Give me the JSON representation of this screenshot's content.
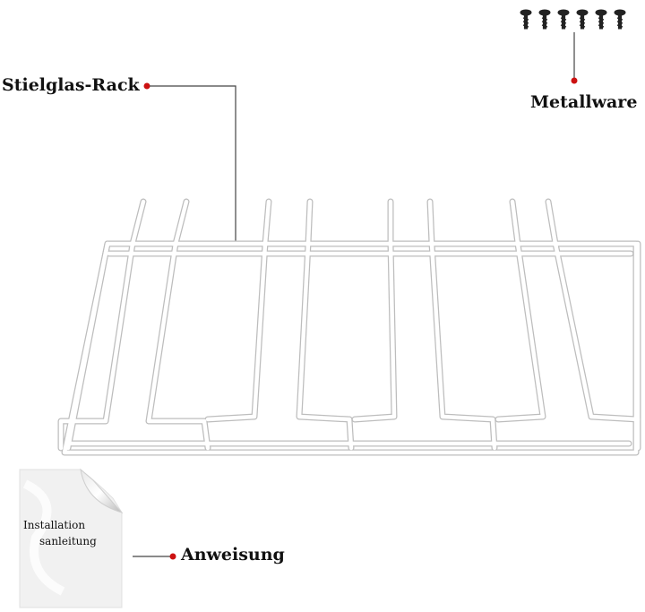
{
  "callouts": {
    "rack_label": "Stielglas-Rack",
    "hardware_label": "Metallware",
    "manual_label": "Anweisung"
  },
  "manual": {
    "line1": "Installation",
    "line2": "sanleitung"
  },
  "colors": {
    "callout_dot": "#cc1111",
    "leader_line": "#333333",
    "rack_outline": "#c8c8c8",
    "screw": "#222222"
  },
  "icons": [
    "screw-icon",
    "instruction-sheet-icon",
    "wine-glass-rack-icon"
  ]
}
